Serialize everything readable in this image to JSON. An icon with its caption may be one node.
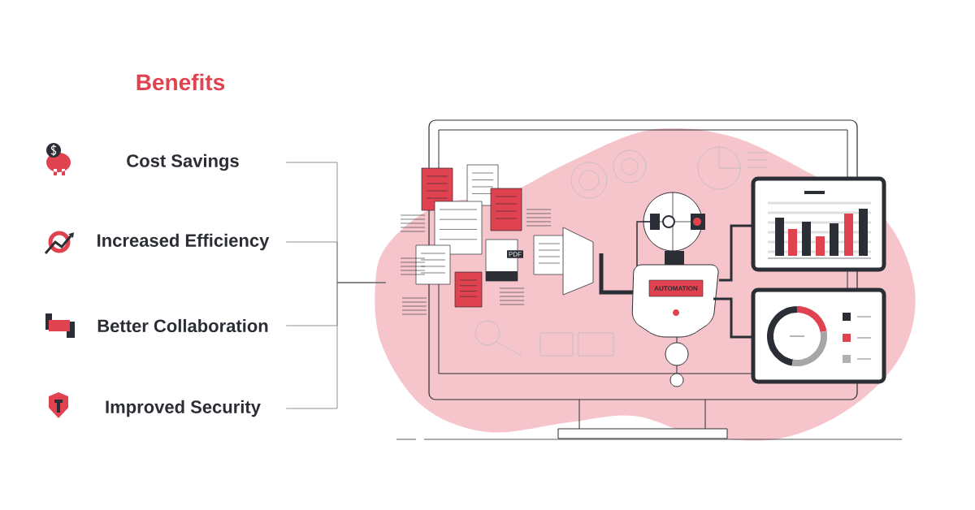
{
  "diagram": {
    "title": "Benefits",
    "nodes": [
      {
        "text": [
          "Cost Savings"
        ]
      },
      {
        "text": [
          "Increased Efficiency"
        ]
      },
      {
        "text": [
          "Better Collaboration"
        ]
      },
      {
        "text": [
          "Improved Security"
        ]
      },
      {
        "text": [],
        "shape": "picture"
      }
    ],
    "edges": [
      {
        "from": 0,
        "to": 4,
        "arrow": "none"
      },
      {
        "from": 1,
        "to": 4,
        "arrow": "none"
      },
      {
        "from": 2,
        "to": 4,
        "arrow": "none"
      },
      {
        "from": 3,
        "to": 4,
        "arrow": "none"
      }
    ],
    "labels": [
      "PDF",
      "AUTOMATION"
    ]
  }
}
